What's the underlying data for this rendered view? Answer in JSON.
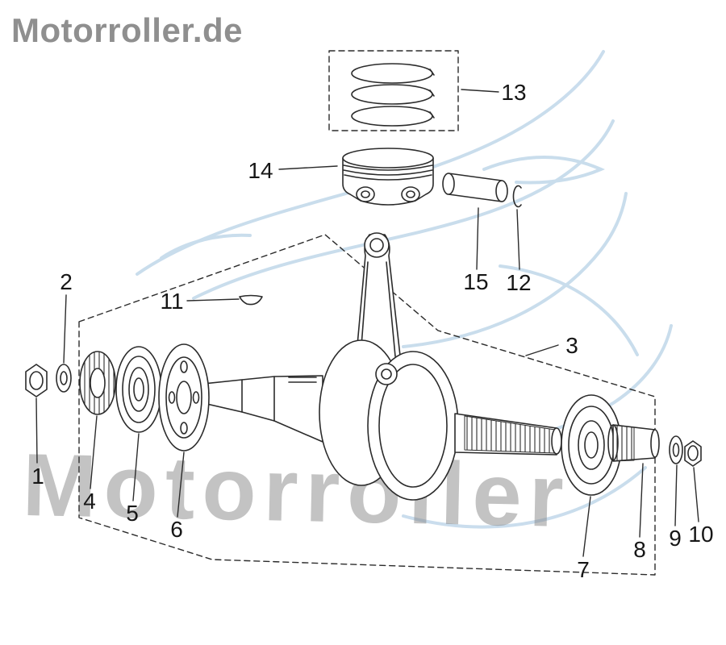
{
  "watermarks": {
    "brand_top": "Motorroller.de",
    "brand_bottom": "Motorroller"
  },
  "diagram": {
    "type": "exploded-parts-diagram",
    "subject": "crankshaft-piston-assembly",
    "parts": [
      {
        "number": "1"
      },
      {
        "number": "2"
      },
      {
        "number": "3"
      },
      {
        "number": "4"
      },
      {
        "number": "5"
      },
      {
        "number": "6"
      },
      {
        "number": "7"
      },
      {
        "number": "8"
      },
      {
        "number": "9"
      },
      {
        "number": "10"
      },
      {
        "number": "11"
      },
      {
        "number": "12"
      },
      {
        "number": "13"
      },
      {
        "number": "14"
      },
      {
        "number": "15"
      }
    ]
  },
  "colors": {
    "line": "#2b2b2b",
    "watermark_gray": "#828282",
    "watermark_blue": "#adcbe3",
    "background": "#ffffff"
  }
}
